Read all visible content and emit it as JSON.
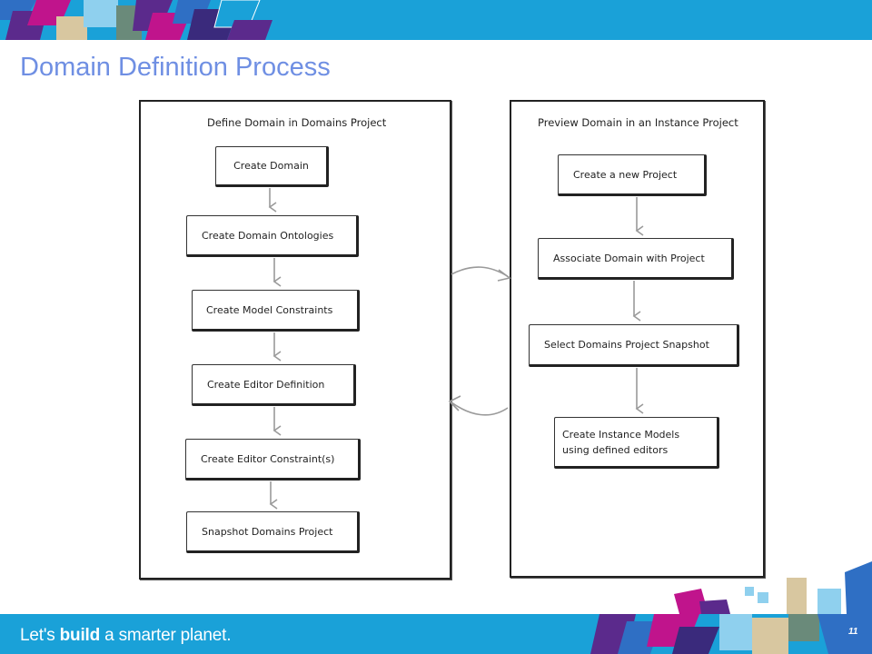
{
  "slide": {
    "title": "Domain Definition Process",
    "page_number": "11"
  },
  "footer": {
    "tagline_prefix": "Let's",
    "tagline_bold": "build",
    "tagline_suffix": "a smarter planet."
  },
  "diagram": {
    "left_panel": {
      "title": "Define Domain in Domains Project",
      "steps": [
        "Create Domain",
        "Create Domain Ontologies",
        "Create Model Constraints",
        "Create Editor Definition",
        "Create Editor Constraint(s)",
        "Snapshot Domains Project"
      ]
    },
    "right_panel": {
      "title": "Preview Domain in an Instance Project",
      "steps": [
        "Create a new Project",
        "Associate Domain with Project",
        "Select Domains Project Snapshot",
        "Create Instance Models using defined editors"
      ]
    }
  },
  "colors": {
    "banner": "#1aa1d8",
    "title": "#6f8fe3",
    "magenta": "#c0148c",
    "purple": "#5b2a8c",
    "arrow": "#9a9a9a"
  }
}
